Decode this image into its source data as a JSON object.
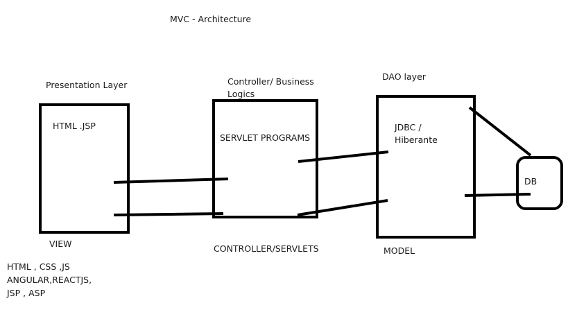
{
  "diagram": {
    "title": "MVC - Architecture",
    "layers": {
      "presentation": {
        "header": "Presentation Layer",
        "inner_label": "HTML .JSP",
        "footer": "VIEW"
      },
      "controller": {
        "header": "Controller/ Business Logics",
        "inner_label": "SERVLET PROGRAMS",
        "footer": "CONTROLLER/SERVLETS"
      },
      "dao": {
        "header": "DAO layer",
        "inner_label_line1": "JDBC /",
        "inner_label_line2": "Hiberante",
        "footer": "MODEL"
      },
      "db": {
        "label": "DB"
      }
    },
    "view_technologies": [
      "HTML , CSS ,JS",
      "ANGULAR,REACTJS,",
      "JSP , ASP"
    ]
  }
}
